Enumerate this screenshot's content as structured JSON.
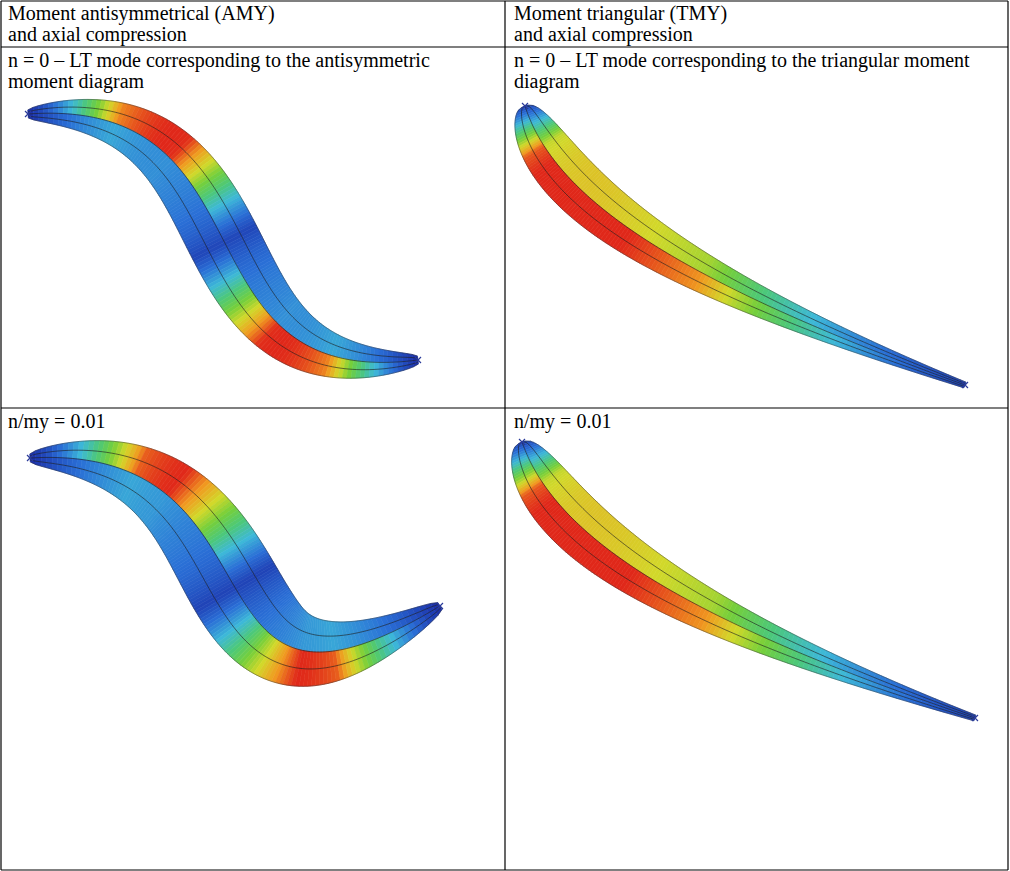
{
  "diagram": {
    "labels": [
      "Moment antisymmetrical (AMY) and axial compression",
      "Moment triangular (TMY) and axial compression",
      "n = 0 – LT mode corresponding to the antisymmetric moment diagram",
      "n = 0 – LT mode corresponding to the triangular moment diagram",
      "n/my = 0.01",
      "n/my = 0.01"
    ]
  }
}
